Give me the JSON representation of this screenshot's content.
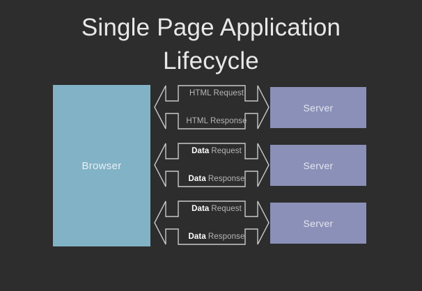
{
  "slide": {
    "background_color": "#2d2d2d",
    "title": "Single Page Application\nLifecycle"
  },
  "browser": {
    "label": "Browser",
    "color": "#81b2c6"
  },
  "servers": [
    {
      "label": "Server",
      "color": "#8a90b8"
    },
    {
      "label": "Server",
      "color": "#8a90b8"
    },
    {
      "label": "Server",
      "color": "#8a90b8"
    }
  ],
  "exchanges": [
    {
      "request": {
        "emphasis": "",
        "text": "HTML Request"
      },
      "response": {
        "emphasis": "",
        "text": "HTML Response"
      }
    },
    {
      "request": {
        "emphasis": "Data",
        "text": "Request"
      },
      "response": {
        "emphasis": "Data",
        "text": "Response"
      }
    },
    {
      "request": {
        "emphasis": "Data",
        "text": "Request"
      },
      "response": {
        "emphasis": "Data",
        "text": "Response"
      }
    }
  ],
  "arrow_stroke_color": "#c9c9c9"
}
